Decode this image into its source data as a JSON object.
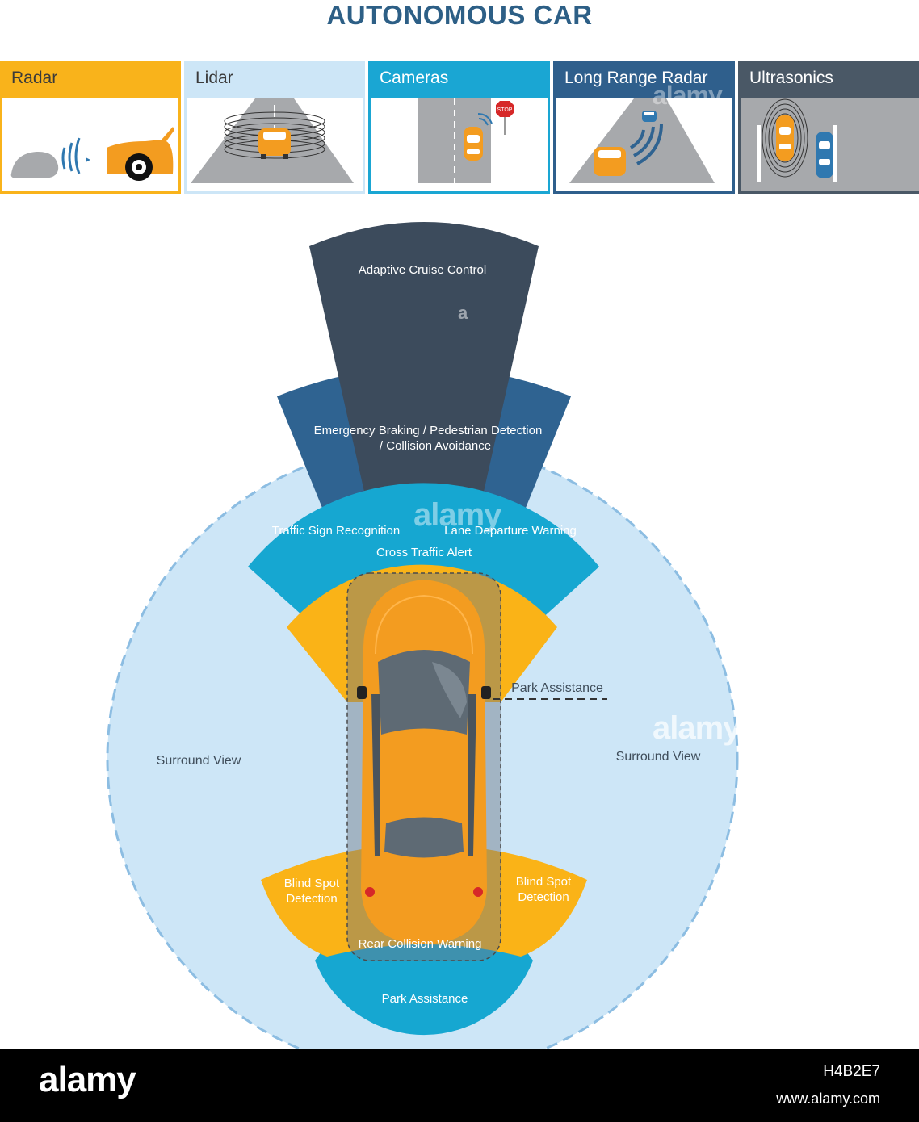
{
  "title": "AUTONOMOUS CAR",
  "sensors": [
    {
      "label": "Radar"
    },
    {
      "label": "Lidar"
    },
    {
      "label": "Cameras"
    },
    {
      "label": "Long Range Radar"
    },
    {
      "label": "Ultrasonics"
    }
  ],
  "stop_sign": "STOP",
  "zones": {
    "acc": "Adaptive Cruise Control",
    "emergency_line1": "Emergency Braking / Pedestrian Detection",
    "emergency_line2": "/ Collision Avoidance",
    "traffic_sign": "Traffic Sign Recognition",
    "lane_departure": "Lane Departure Warning",
    "cross_traffic": "Cross Traffic Alert",
    "park_assist_side": "Park Assistance",
    "surround_left": "Surround View",
    "surround_right": "Surround View",
    "blind_left_1": "Blind Spot",
    "blind_left_2": "Detection",
    "blind_right_1": "Blind Spot",
    "blind_right_2": "Detection",
    "rear_collision": "Rear Collision Warning",
    "park_assist_rear": "Park Assistance"
  },
  "footer": {
    "logo": "alamy",
    "image_id": "H4B2E7",
    "site": "www.alamy.com"
  },
  "watermark": "alamy",
  "colors": {
    "title": "#2d5f86",
    "radar": "#f9b31b",
    "lidar": "#cde6f7",
    "cameras": "#1aa6d3",
    "long_range": "#2f5f8c",
    "ultrasonics": "#4a5866",
    "acc_zone": "#3c4b5c",
    "emergency_zone": "#2f6391",
    "camera_zone": "#16a7d1",
    "cross_traffic_zone": "#fab317",
    "surround_zone": "#cde6f7",
    "car": "#f39c20"
  }
}
